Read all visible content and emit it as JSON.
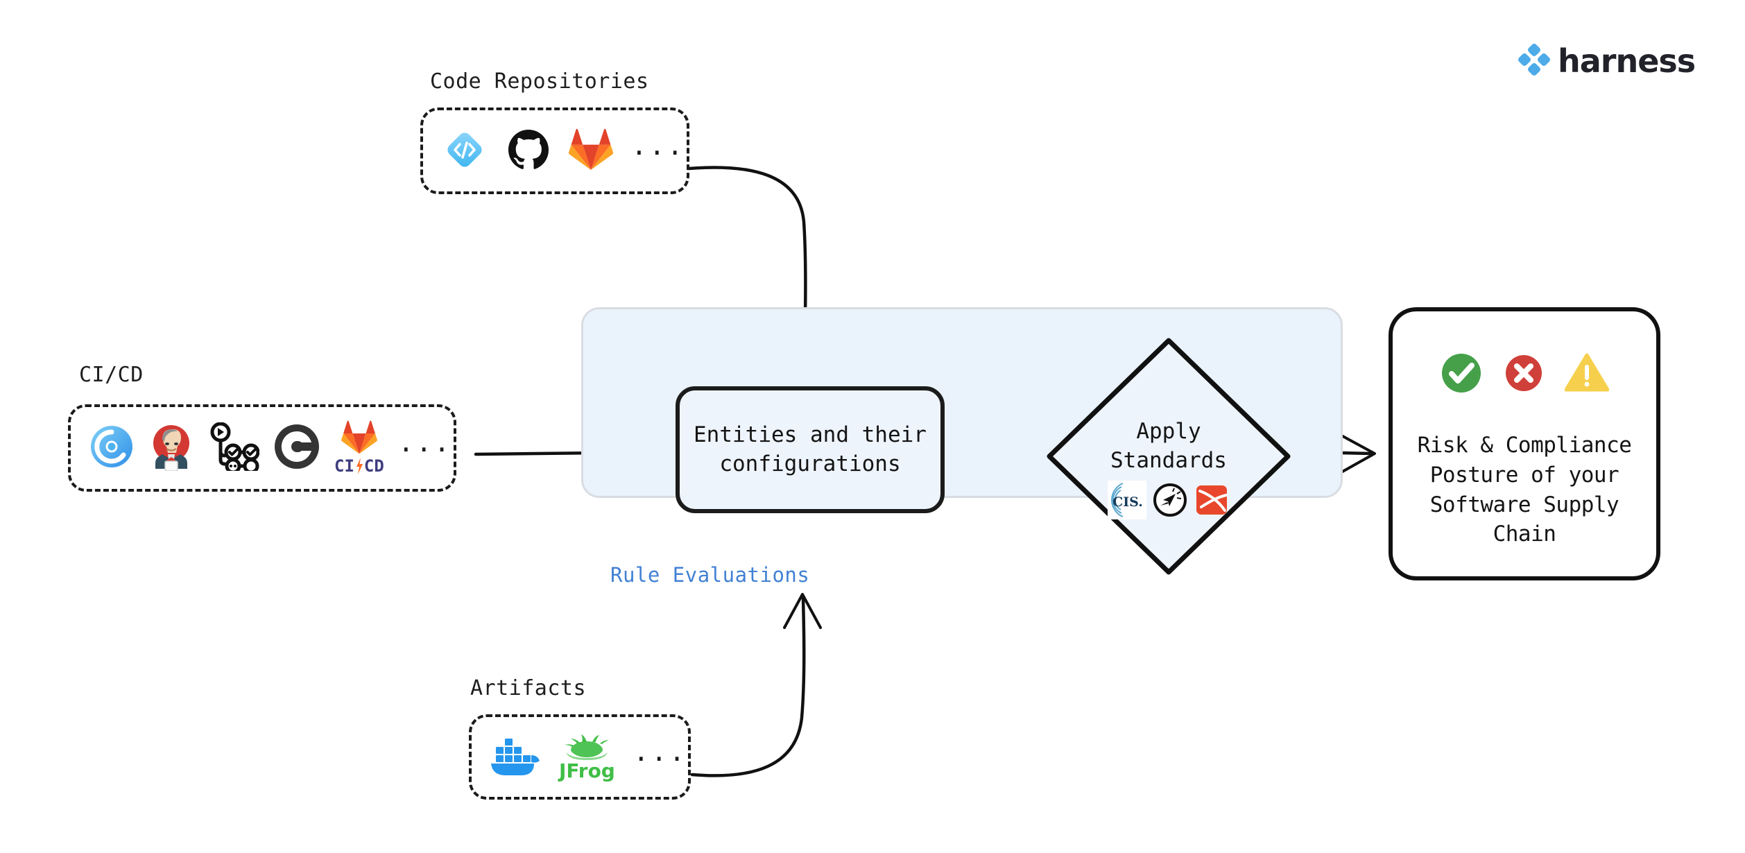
{
  "brand": {
    "logo_icon": "harness-diamond-icon",
    "wordmark": "harness",
    "accent_blue": "#4DABE8"
  },
  "colors": {
    "panel_fill": "#eaf3fc",
    "panel_border": "#d9dde2",
    "panel_label": "#4281d4",
    "stroke": "#1b1b1b",
    "status_success": "#45a049",
    "status_error": "#d0403a",
    "status_warning": "#f6d04d"
  },
  "sources": [
    {
      "id": "code-repositories",
      "label": "Code Repositories",
      "ellipsis": "...",
      "icons": [
        {
          "name": "harness-code-icon",
          "title": "Harness Code"
        },
        {
          "name": "github-icon",
          "title": "GitHub"
        },
        {
          "name": "gitlab-icon",
          "title": "GitLab"
        }
      ]
    },
    {
      "id": "ci-cd",
      "label": "CI/CD",
      "ellipsis": "...",
      "icons": [
        {
          "name": "harness-ci-icon",
          "title": "Harness CI"
        },
        {
          "name": "jenkins-icon",
          "title": "Jenkins"
        },
        {
          "name": "github-actions-icon",
          "title": "GitHub Actions"
        },
        {
          "name": "circleci-icon",
          "title": "CircleCI"
        },
        {
          "name": "gitlab-cicd-icon",
          "title": "GitLab CI/CD"
        }
      ]
    },
    {
      "id": "artifacts",
      "label": "Artifacts",
      "ellipsis": "...",
      "icons": [
        {
          "name": "docker-icon",
          "title": "Docker"
        },
        {
          "name": "jfrog-icon",
          "title": "JFrog"
        }
      ]
    }
  ],
  "panel": {
    "label": "Rule Evaluations",
    "entities": {
      "line1": "Entities and their",
      "line2": "configurations"
    },
    "standards": {
      "line1": "Apply",
      "line2": "Standards",
      "icons": [
        {
          "name": "cis-icon",
          "title": "CIS",
          "text": "CIS."
        },
        {
          "name": "slsa-icon",
          "title": "SLSA"
        },
        {
          "name": "owasp-icon",
          "title": "OWASP"
        }
      ]
    }
  },
  "output": {
    "icons": [
      {
        "name": "check-circle-icon",
        "title": "Pass"
      },
      {
        "name": "error-circle-icon",
        "title": "Fail"
      },
      {
        "name": "warning-triangle-icon",
        "title": "Warning"
      }
    ],
    "line1": "Risk & Compliance",
    "line2": "Posture of your",
    "line3": "Software Supply",
    "line4": "Chain"
  },
  "gitlab_cicd_text": {
    "ci": "CI",
    "cd": "CD"
  },
  "jfrog_text": "JFrog"
}
